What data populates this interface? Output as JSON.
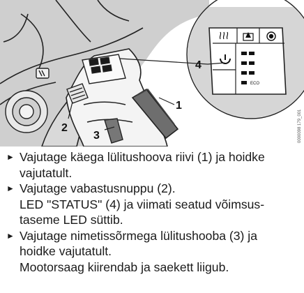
{
  "figure": {
    "callouts": {
      "c1": "1",
      "c2": "2",
      "c3": "3",
      "c4": "4"
    },
    "panel_label_eco": "ECO",
    "image_code": "0000098 179_001"
  },
  "instructions": [
    {
      "text_lines": [
        "Vajutage käega lülitushoova riivi (1) ja hoidke",
        "vajutatult."
      ]
    },
    {
      "text_lines": [
        "Vajutage vabastusnuppu (2)."
      ],
      "result_lines": [
        "LED \"STATUS\" (4) ja viimati seatud võimsus-",
        "taseme LED süttib."
      ]
    },
    {
      "text_lines": [
        "Vajutage nimetissõrmega lülitushooba (3) ja",
        "hoidke vajutatult."
      ],
      "result_lines": [
        "Mootorsaag kiirendab ja saekett liigub."
      ]
    }
  ]
}
